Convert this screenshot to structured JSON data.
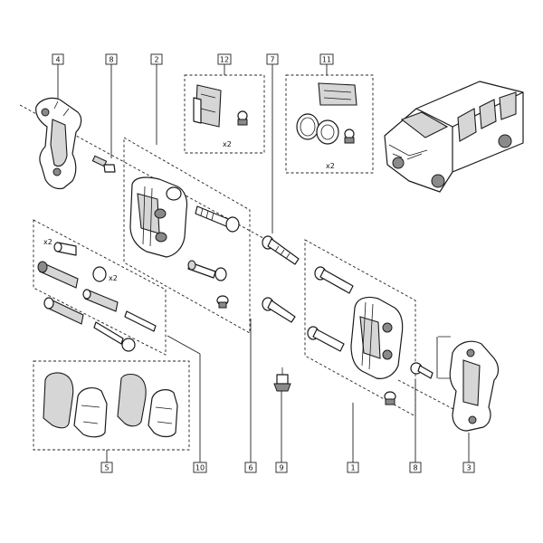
{
  "callouts": {
    "c4": "4",
    "c8a": "8",
    "c2": "2",
    "c12": "12",
    "c7": "7",
    "c11": "11",
    "c10": "10",
    "c6": "6",
    "c9": "9",
    "c1": "1",
    "c8b": "8",
    "c3": "3",
    "c5": "5"
  },
  "quantities": {
    "kit12": "x2",
    "kit11": "x2",
    "bush_a": "x2",
    "bush_b": "x2"
  }
}
